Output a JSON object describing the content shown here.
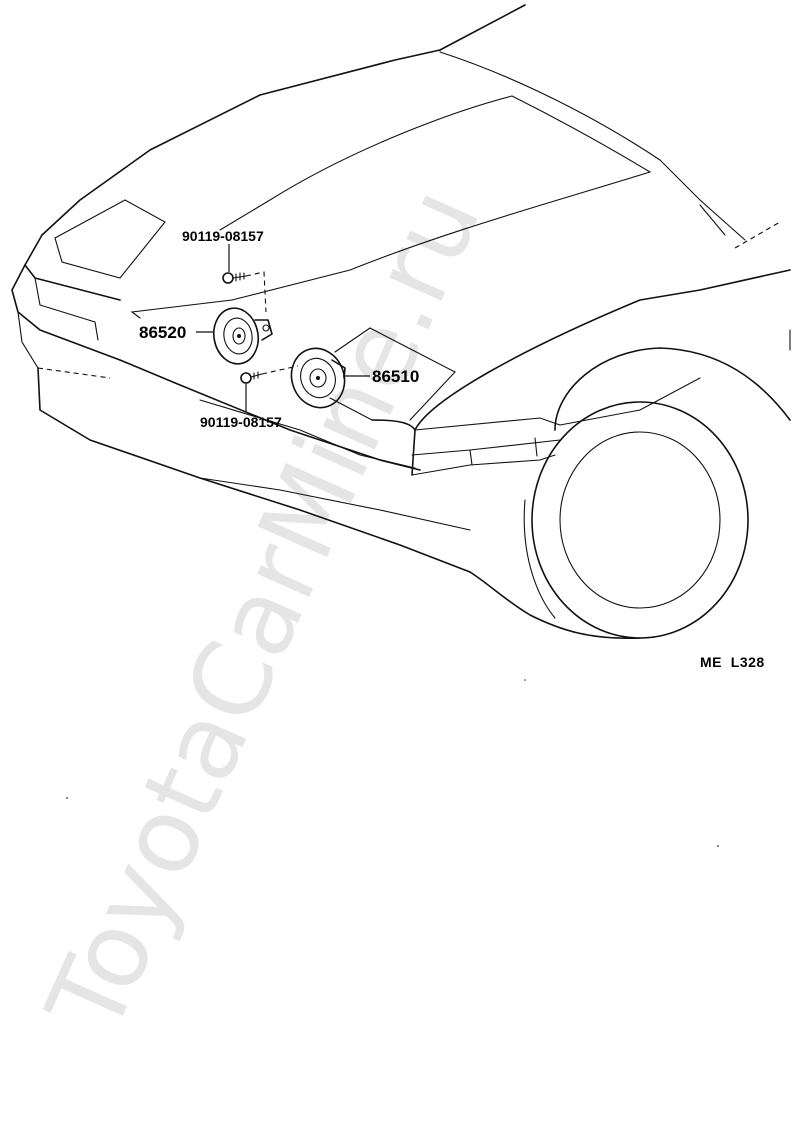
{
  "diagram": {
    "callouts": {
      "horn_high": "86510",
      "horn_low": "86520",
      "bolt_upper": "90119-08157",
      "bolt_lower": "90119-08157"
    },
    "figure_code": "ME  L328"
  },
  "watermark": {
    "text": "ToyotaCarMine.ru"
  }
}
